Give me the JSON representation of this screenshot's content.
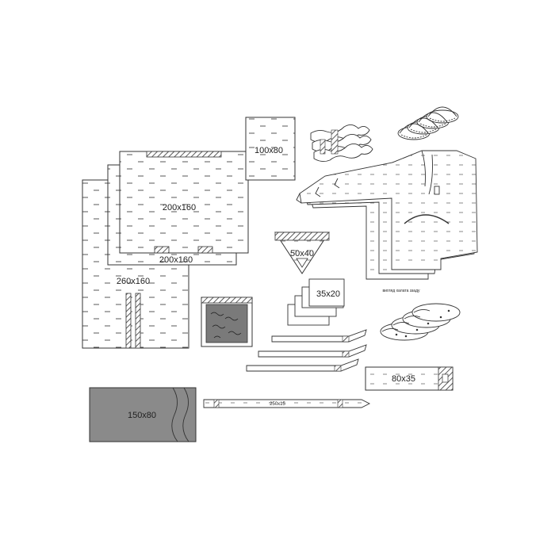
{
  "labels": {
    "drape_100x80": "100x80",
    "drape_200x160_top": "200x160",
    "drape_200x160_bottom": "200x160",
    "drape_260x160": "260x160",
    "pouch_50x40": "50x40",
    "drape_35x20": "35x20",
    "tape_80x35": "80x35",
    "cover_150x80": "150x80",
    "tape_250x15": "250x15",
    "gown_caption": "вигляд халата ззаду"
  },
  "colors": {
    "line": "#333333",
    "dark_fill": "#7a7a7a",
    "cover_fill": "#8a8a8a",
    "paper": "#ffffff"
  },
  "icons": [
    "caps-icon",
    "gloves-icon",
    "gown-icon",
    "shoe-covers-icon",
    "absorbent-pad-icon",
    "wrapped-instruments-icon"
  ]
}
